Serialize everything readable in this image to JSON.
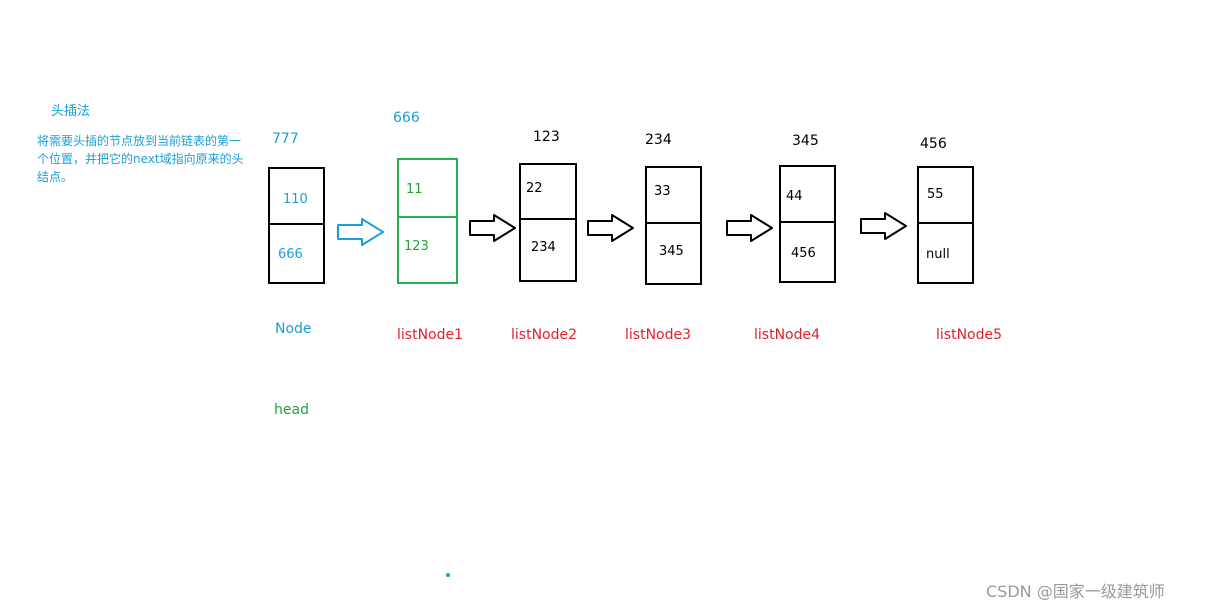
{
  "annotation": {
    "title": "头插法",
    "description": "将需要头插的节点放到当前链表的第一个位置，并把它的next域指向原来的头结点。"
  },
  "new_node": {
    "address": "777",
    "data": "110",
    "next": "666",
    "label": "Node",
    "sublabel": "head"
  },
  "nodes": [
    {
      "address": "666",
      "data": "11",
      "next": "123",
      "label": "listNode1"
    },
    {
      "address": "123",
      "data": "22",
      "next": "234",
      "label": "listNode2"
    },
    {
      "address": "234",
      "data": "33",
      "next": "345",
      "label": "listNode3"
    },
    {
      "address": "345",
      "data": "44",
      "next": "456",
      "label": "listNode4"
    },
    {
      "address": "456",
      "data": "55",
      "next": "null",
      "label": "listNode5"
    }
  ],
  "colors": {
    "blue": "#1a9fd6",
    "green": "#22b14c",
    "red": "#e0212c",
    "black": "#000000"
  },
  "watermark": "CSDN @国家一级建筑师"
}
